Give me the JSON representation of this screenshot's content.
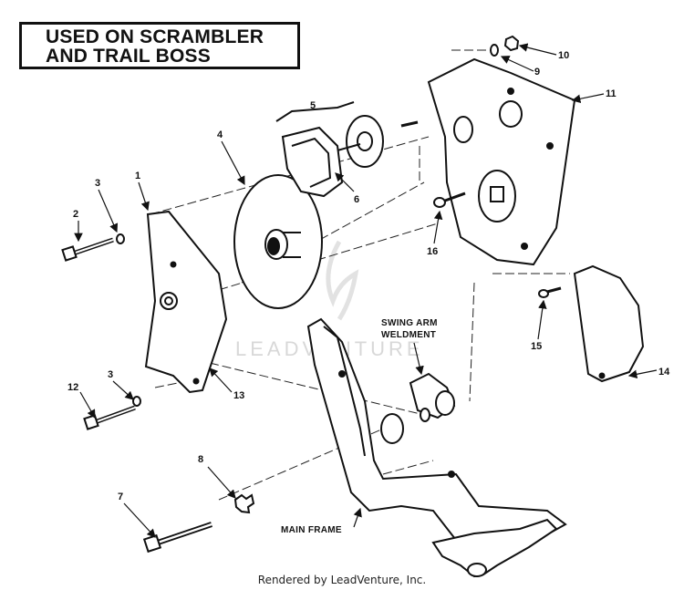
{
  "title": {
    "line1": "USED ON SCRAMBLER",
    "line2": "AND TRAIL BOSS"
  },
  "callouts": [
    "1",
    "2",
    "3",
    "3",
    "4",
    "5",
    "6",
    "7",
    "8",
    "9",
    "10",
    "11",
    "12",
    "13",
    "14",
    "15",
    "16"
  ],
  "labels": {
    "swing_arm_line1": "SWING ARM",
    "swing_arm_line2": "WELDMENT",
    "main_frame": "MAIN FRAME"
  },
  "watermark": "LEADVENTURE",
  "footer": "Rendered by LeadVenture, Inc."
}
